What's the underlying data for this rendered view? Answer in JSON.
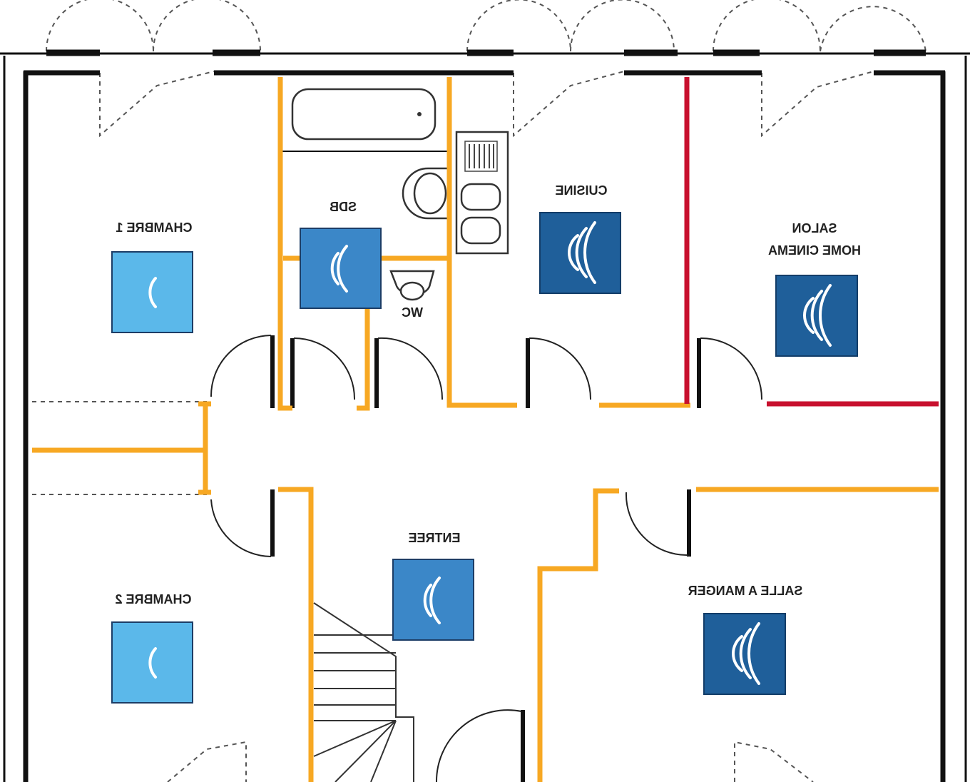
{
  "rooms": {
    "chambre1": "CHAMBRE 1",
    "sdb": "SDB",
    "wc": "WC",
    "cuisine": "CUISINE",
    "salon_line1": "SALON",
    "salon_line2": "HOME CINEMA",
    "entree": "ENTREE",
    "chambre2": "CHAMBRE 2",
    "salle_a_manger": "SALLE A MANGER"
  },
  "colors": {
    "wall": "#111111",
    "cable_orange": "#f7a823",
    "cable_red": "#c8102e",
    "emitter_light": "#5bb8ea",
    "emitter_mid": "#3b87c8",
    "emitter_dark": "#1f5f9a"
  },
  "emitters": [
    {
      "room": "chambre1",
      "waves": 1,
      "shade": "light"
    },
    {
      "room": "sdb",
      "waves": 2,
      "shade": "mid"
    },
    {
      "room": "cuisine",
      "waves": 3,
      "shade": "dark"
    },
    {
      "room": "salon",
      "waves": 3,
      "shade": "dark"
    },
    {
      "room": "entree",
      "waves": 2,
      "shade": "mid"
    },
    {
      "room": "chambre2",
      "waves": 1,
      "shade": "light"
    },
    {
      "room": "salle_a_manger",
      "waves": 3,
      "shade": "dark"
    }
  ]
}
